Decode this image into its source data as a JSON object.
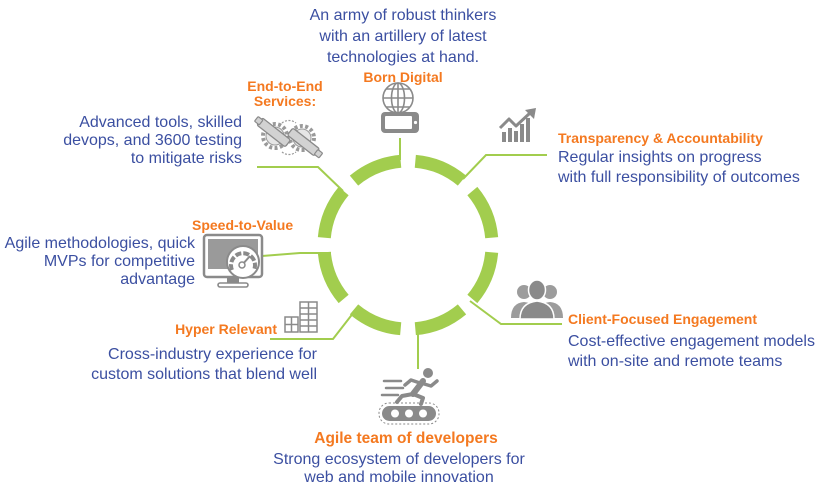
{
  "colors": {
    "title_orange": "#F47920",
    "description_blue": "#3B4FA1",
    "ring_green": "#A2CD4E",
    "icon_gray": "#8A8A8A"
  },
  "items": [
    {
      "id": "born-digital",
      "title": "Born Digital",
      "description": [
        "An army of robust thinkers",
        "with an artillery of latest",
        "technologies at hand."
      ],
      "icon": "globe-phone-icon"
    },
    {
      "id": "transparency-accountability",
      "title": "Transparency & Accountability",
      "description": [
        "Regular insights on progress",
        "with full responsibility of outcomes"
      ],
      "icon": "growth-chart-icon"
    },
    {
      "id": "client-focused-engagement",
      "title": "Client-Focused Engagement",
      "description": [
        "Cost-effective engagement models",
        "with on-site and remote teams"
      ],
      "icon": "team-icon"
    },
    {
      "id": "agile-team",
      "title": "Agile team of developers",
      "description": [
        "Strong ecosystem of developers for",
        "web and mobile innovation"
      ],
      "icon": "treadmill-runner-icon"
    },
    {
      "id": "hyper-relevant",
      "title": "Hyper Relevant",
      "description": [
        "Cross-industry experience for",
        "custom solutions that blend well"
      ],
      "icon": "buildings-icon"
    },
    {
      "id": "speed-to-value",
      "title": "Speed-to-Value",
      "description": [
        "Agile methodologies, quick",
        "MVPs for competitive",
        "advantage"
      ],
      "icon": "speedometer-monitor-icon"
    },
    {
      "id": "end-to-end-services",
      "title_lines": [
        "End-to-End",
        "Services:"
      ],
      "description": [
        "Advanced tools, skilled",
        "devops, and 3600 testing",
        "to mitigate risks"
      ],
      "icon": "gears-tools-icon"
    }
  ]
}
